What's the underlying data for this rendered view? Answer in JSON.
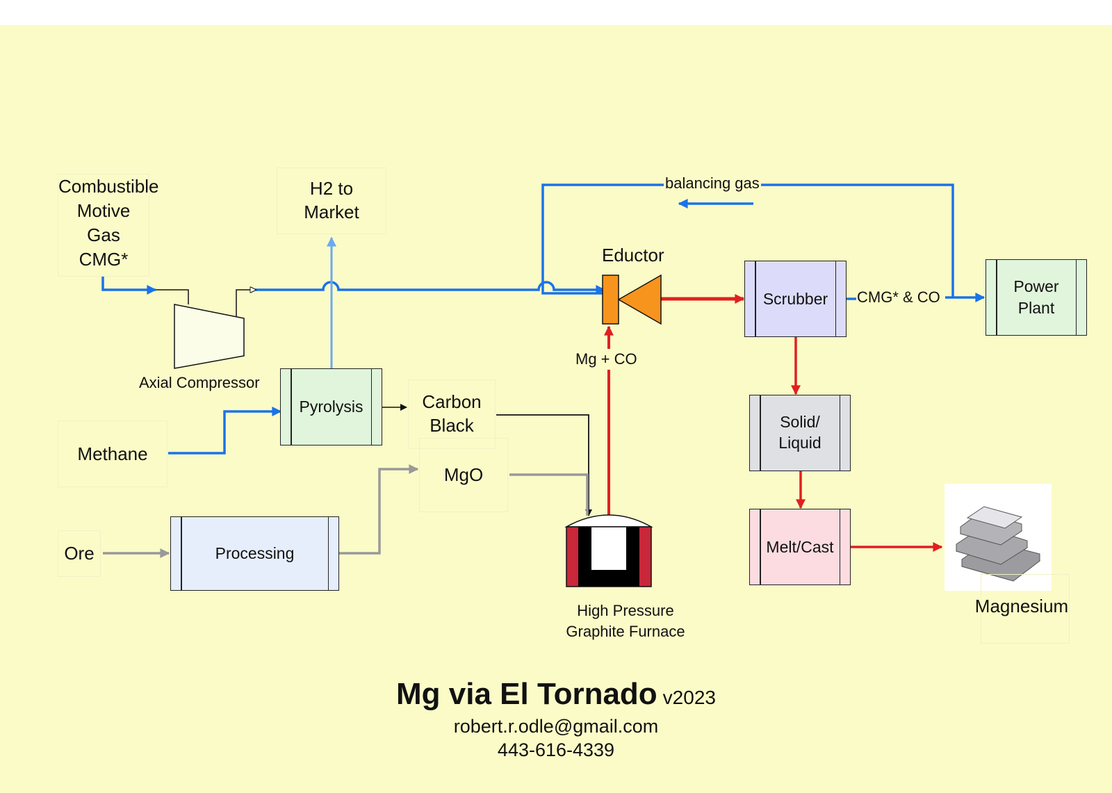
{
  "labels": {
    "cmg": [
      "Combustible",
      "Motive",
      "Gas",
      "CMG*"
    ],
    "h2_market": [
      "H2 to",
      "Market"
    ],
    "balancing_gas": "balancing gas",
    "eductor": "Eductor",
    "scrubber": "Scrubber",
    "cmg_co": "CMG* & CO",
    "power_plant": [
      "Power",
      "Plant"
    ],
    "axial_compressor": "Axial Compressor",
    "pyrolysis": "Pyrolysis",
    "carbon_black": [
      "Carbon",
      "Black"
    ],
    "mg_co": "Mg + CO",
    "solid_liquid": [
      "Solid/",
      "Liquid"
    ],
    "methane": "Methane",
    "mgo": "MgO",
    "ore": "Ore",
    "processing": "Processing",
    "melt_cast": "Melt/Cast",
    "furnace": [
      "High Pressure",
      "Graphite Furnace"
    ],
    "magnesium": "Magnesium"
  },
  "title": {
    "main": "Mg via El Tornado",
    "version": "v2023"
  },
  "contact": {
    "email": "robert.r.odle@gmail.com",
    "phone": "443-616-4339"
  },
  "colors": {
    "background": "#fbfbc8",
    "gas_line": "#1a73e8",
    "hydrogen_line": "#6aaaf0",
    "mg_line": "#e02020",
    "solid_line": "#999999",
    "eductor": "#f7941d",
    "scrubber": "#dcdcfa",
    "power_plant": "#e0f5dc",
    "pyrolysis": "#e0f5dc",
    "solid_liquid": "#dfe0e4",
    "processing": "#e6eefc",
    "melt_cast": "#fcdce0",
    "furnace_wall": "#c8283a"
  },
  "icons": [
    "axial-compressor-icon",
    "eductor-icon",
    "graphite-furnace-icon",
    "magnesium-ingots-icon"
  ]
}
